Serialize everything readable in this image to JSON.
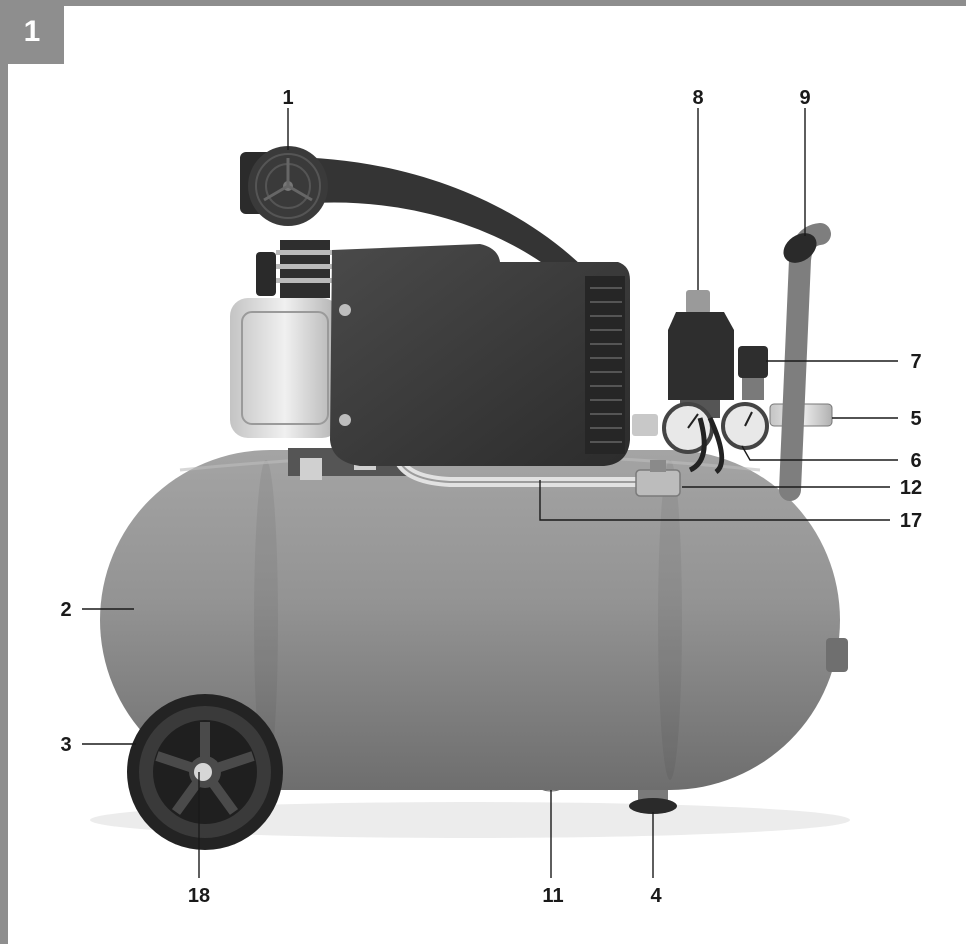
{
  "figure": {
    "number": "1"
  },
  "callouts": [
    {
      "id": "1",
      "text": "1"
    },
    {
      "id": "2",
      "text": "2"
    },
    {
      "id": "3",
      "text": "3"
    },
    {
      "id": "4",
      "text": "4"
    },
    {
      "id": "5",
      "text": "5"
    },
    {
      "id": "6",
      "text": "6"
    },
    {
      "id": "7",
      "text": "7"
    },
    {
      "id": "8",
      "text": "8"
    },
    {
      "id": "9",
      "text": "9"
    },
    {
      "id": "11",
      "text": "11"
    },
    {
      "id": "12",
      "text": "12"
    },
    {
      "id": "17",
      "text": "17"
    },
    {
      "id": "18",
      "text": "18"
    }
  ],
  "colors": {
    "frame": "#8e8e8e",
    "tank": "#8f8f8f",
    "motor_cover": "#3c3c3c",
    "wheel": "#2a2a2a",
    "metal": "#d8d8d8",
    "leader_line": "#1a1a1a"
  }
}
